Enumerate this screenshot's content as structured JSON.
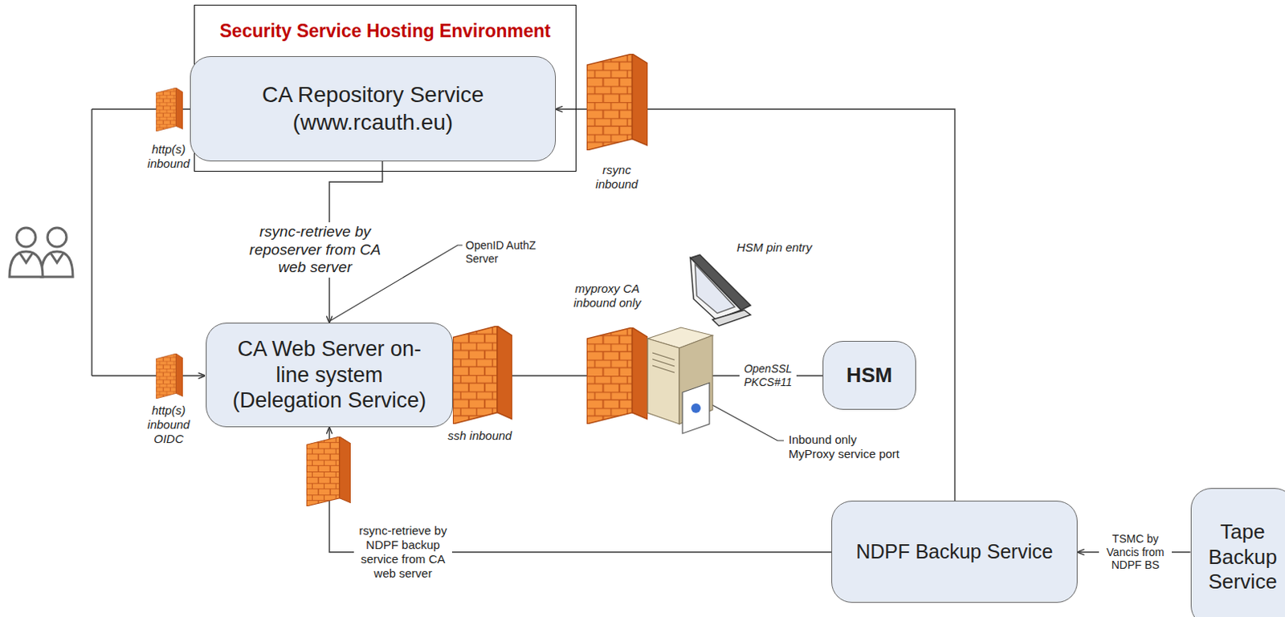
{
  "diagram": {
    "nodes": [
      {
        "text": [
          "Security Service Hosting Environment"
        ]
      },
      {
        "text": [
          "CA Repository Service (www.rcauth.eu)"
        ],
        "in": 0
      },
      {
        "text": [
          "CA Web Server on-line system (Delegation Service)"
        ]
      },
      {
        "text": [
          "HSM"
        ]
      },
      {
        "text": [
          "NDPF Backup Service"
        ]
      },
      {
        "text": [
          "Tape Backup Service"
        ]
      }
    ],
    "edges": [
      {
        "from": 1,
        "to": 2,
        "arrow": "to",
        "label": "rsync-retrieve by reposerver from CA web server"
      },
      {
        "from": 4,
        "to": 1,
        "arrow": "to"
      },
      {
        "from": 4,
        "to": 2,
        "arrow": "to",
        "label": "rsync-retrieve by NDPF backup service from CA web server"
      },
      {
        "from": 5,
        "to": 4,
        "arrow": "to",
        "label": "TSMC by Vancis from NDPF BS"
      },
      {
        "from": 2,
        "to": 3,
        "arrow": "none"
      }
    ],
    "labels": [
      "http(s) inbound",
      "http(s) inbound OIDC",
      "rsync inbound",
      "OpenID AuthZ Server",
      "myproxy CA inbound only",
      "HSM pin entry",
      "ssh inbound",
      "OpenSSL PKCS#11",
      "Inbound only MyProxy service port"
    ]
  }
}
